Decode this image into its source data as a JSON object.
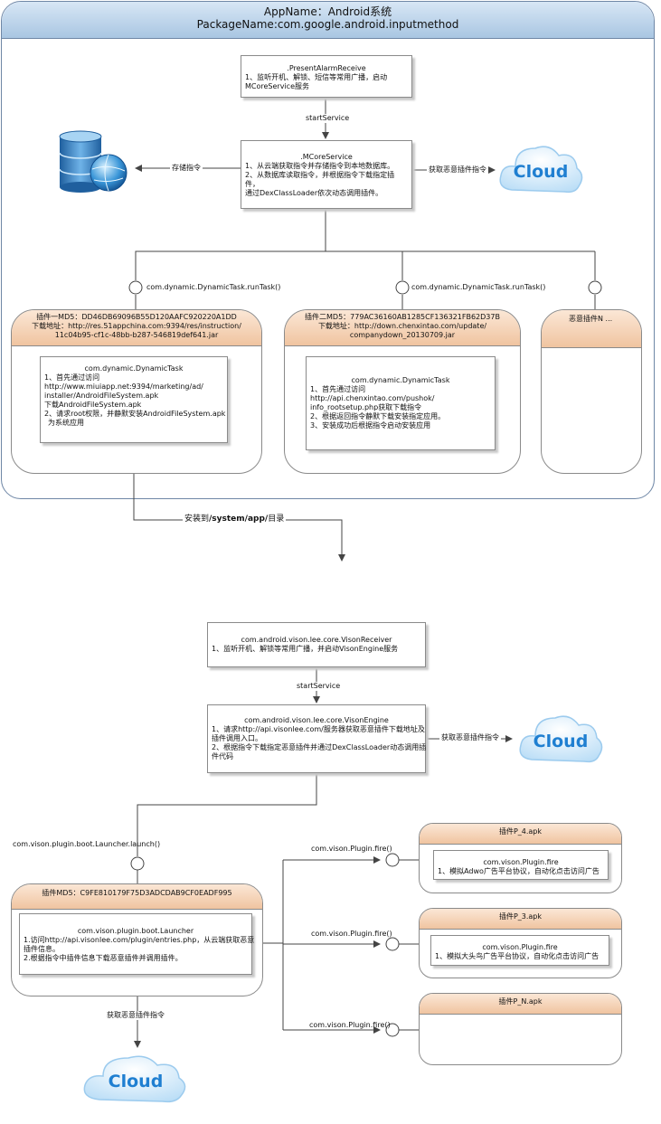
{
  "panel_top": {
    "title_line1": "AppName：Android系统",
    "title_line2": "PackageName:com.google.android.inputmethod",
    "receiver": {
      "title": ".PresentAlarmReceive",
      "body": "1、监听开机、解锁、短信等常用广播，启动MCoreService服务"
    },
    "start_service": "startService",
    "service": {
      "title": ".MCoreService",
      "lines": [
        "1、从云端获取指令并存储指令到本地数据库。",
        "2、从数据库读取指令，并根据指令下载指定插件，",
        "通过DexClassLoader依次动态调用插件。"
      ]
    },
    "store_label": "存储指令",
    "fetch_label": "获取恶意插件指令",
    "cloud_text": "Cloud",
    "run_task_1": "com.dynamic.DynamicTask.runTask()",
    "run_task_2": "com.dynamic.DynamicTask.runTask()",
    "plugin1": {
      "header_lines": [
        "插件一MD5：DD46DB69096B55D120AAFC920220A1DD",
        "下载地址：http://res.51appchina.com:9394/res/instruction/",
        "11c04b95-cf1c-48bb-b287-546819def641.jar"
      ],
      "task_title": "com.dynamic.DynamicTask",
      "task_lines": [
        "1、首先通过访问",
        "http://www.miuiapp.net:9394/marketing/ad/",
        "installer/AndroidFileSystem.apk",
        "下载AndroidFileSystem.apk",
        "2、请求root权限，并静默安装AndroidFileSystem.apk",
        "为系统应用"
      ]
    },
    "plugin2": {
      "header_lines": [
        "插件二MD5：779AC36160AB1285CF136321FB62D37B",
        "下载地址：http://down.chenxintao.com/update/",
        "companydown_20130709.jar"
      ],
      "task_title": "com.dynamic.DynamicTask",
      "task_lines": [
        "1、首先通过访问",
        "http://api.chenxintao.com/pushok/",
        "info_rootsetup.php获取下载指令",
        "2、根据返回指令静默下载安装指定应用。",
        "3、安装成功后根据指令启动安装应用"
      ]
    },
    "pluginN": {
      "header": "恶意插件N ..."
    }
  },
  "install_label_prefix": "安装到",
  "install_label_path": "/system/app/",
  "install_label_suffix": "目录",
  "panel_bottom": {
    "title_line1": "AppName：AndroidFileSystem",
    "title_line2": "PackageName：com.android.filesystem",
    "receiver": {
      "title": "com.android.vison.lee.core.VisonReceiver",
      "body": "1、监听开机、解锁等常用广播，并启动VisonEngine服务"
    },
    "start_service": "startService",
    "engine": {
      "title": "com.android.vison.lee.core.VisonEngine",
      "lines": [
        "1、请求http://api.visonlee.com/服务器获取恶意插件下载地址及",
        "插件调用入口。",
        "2、根据指令下载指定恶意插件并通过DexClassLoader动态调用插",
        "件代码"
      ]
    },
    "fetch_label": "获取恶意插件指令",
    "cloud_text": "Cloud",
    "launch_label": "com.vison.plugin.boot.Launcher.launch()",
    "plugin_main": {
      "header": "插件MD5：C9FE810179F75D3ADCDAB9CF0EADF995",
      "box_title": "com.vison.plugin.boot.Launcher",
      "box_lines": [
        "1.访问http://api.visonlee.com/plugin/entries.php，从云端获取恶意",
        "插件信息。",
        "2.根据指令中插件信息下载恶意插件并调用插件。"
      ]
    },
    "fire_labels": [
      "com.vison.Plugin.fire()",
      "com.vison.Plugin.fire()",
      "com.vison.Plugin.fire()"
    ],
    "bottom_fetch_label": "获取恶意插件指令",
    "bottom_cloud_text": "Cloud",
    "plugins": [
      {
        "header": "插件P_4.apk",
        "box_title": "com.vison.Plugin.fire",
        "box_body": "1、模拟Adwo广告平台协议，自动化点击访问广告"
      },
      {
        "header": "插件P_3.apk",
        "box_title": "com.vison.Plugin.fire",
        "box_body": "1、模拟大头鸟广告平台协议，自动化点击访问广告"
      },
      {
        "header": "插件P_N.apk"
      }
    ]
  }
}
